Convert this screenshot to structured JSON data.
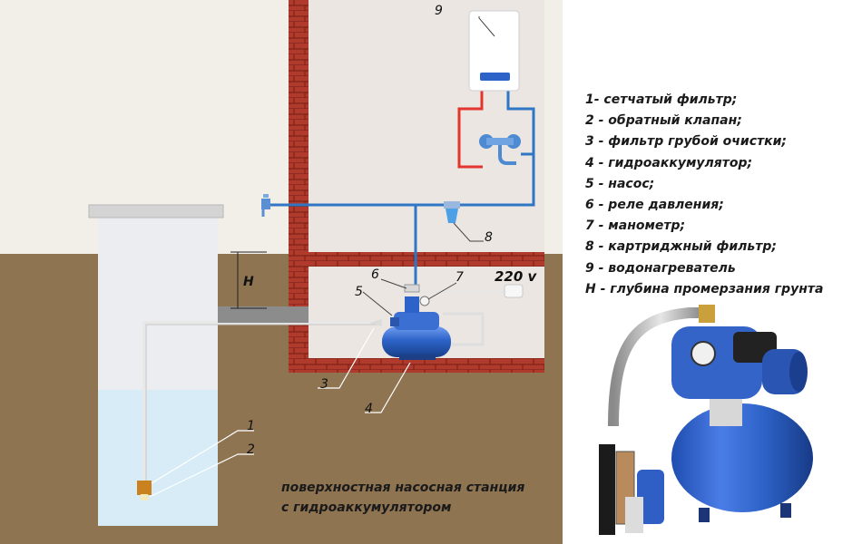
{
  "labels": {
    "n1": "1",
    "n2": "2",
    "n3": "3",
    "n4": "4",
    "n5": "5",
    "n6": "6",
    "n7": "7",
    "n8": "8",
    "n9": "9",
    "h": "H",
    "power": "220 v"
  },
  "legend": [
    "1- сетчатый фильтр;",
    "2 - обратный клапан;",
    "3 - фильтр грубой очистки;",
    "4 - гидроаккумулятор;",
    "5 - насос;",
    "6 - реле давления;",
    "7 - манометр;",
    "8 - картриджный фильтр;",
    "9 - водонагреватель",
    "H - глубина промерзания грунта"
  ],
  "caption": {
    "line1": "поверхностная насосная станция",
    "line2": "с гидроаккумулятором"
  },
  "colors": {
    "pipe_blue": "#2f77c4",
    "pipe_red": "#e3352e",
    "soil": "#8f7452",
    "brick": "#a8342a",
    "tank_blue": "#2d63c8"
  },
  "icons": [
    "faucet-icon",
    "mixer-tap-icon",
    "water-heater-icon",
    "pump-station-icon"
  ]
}
